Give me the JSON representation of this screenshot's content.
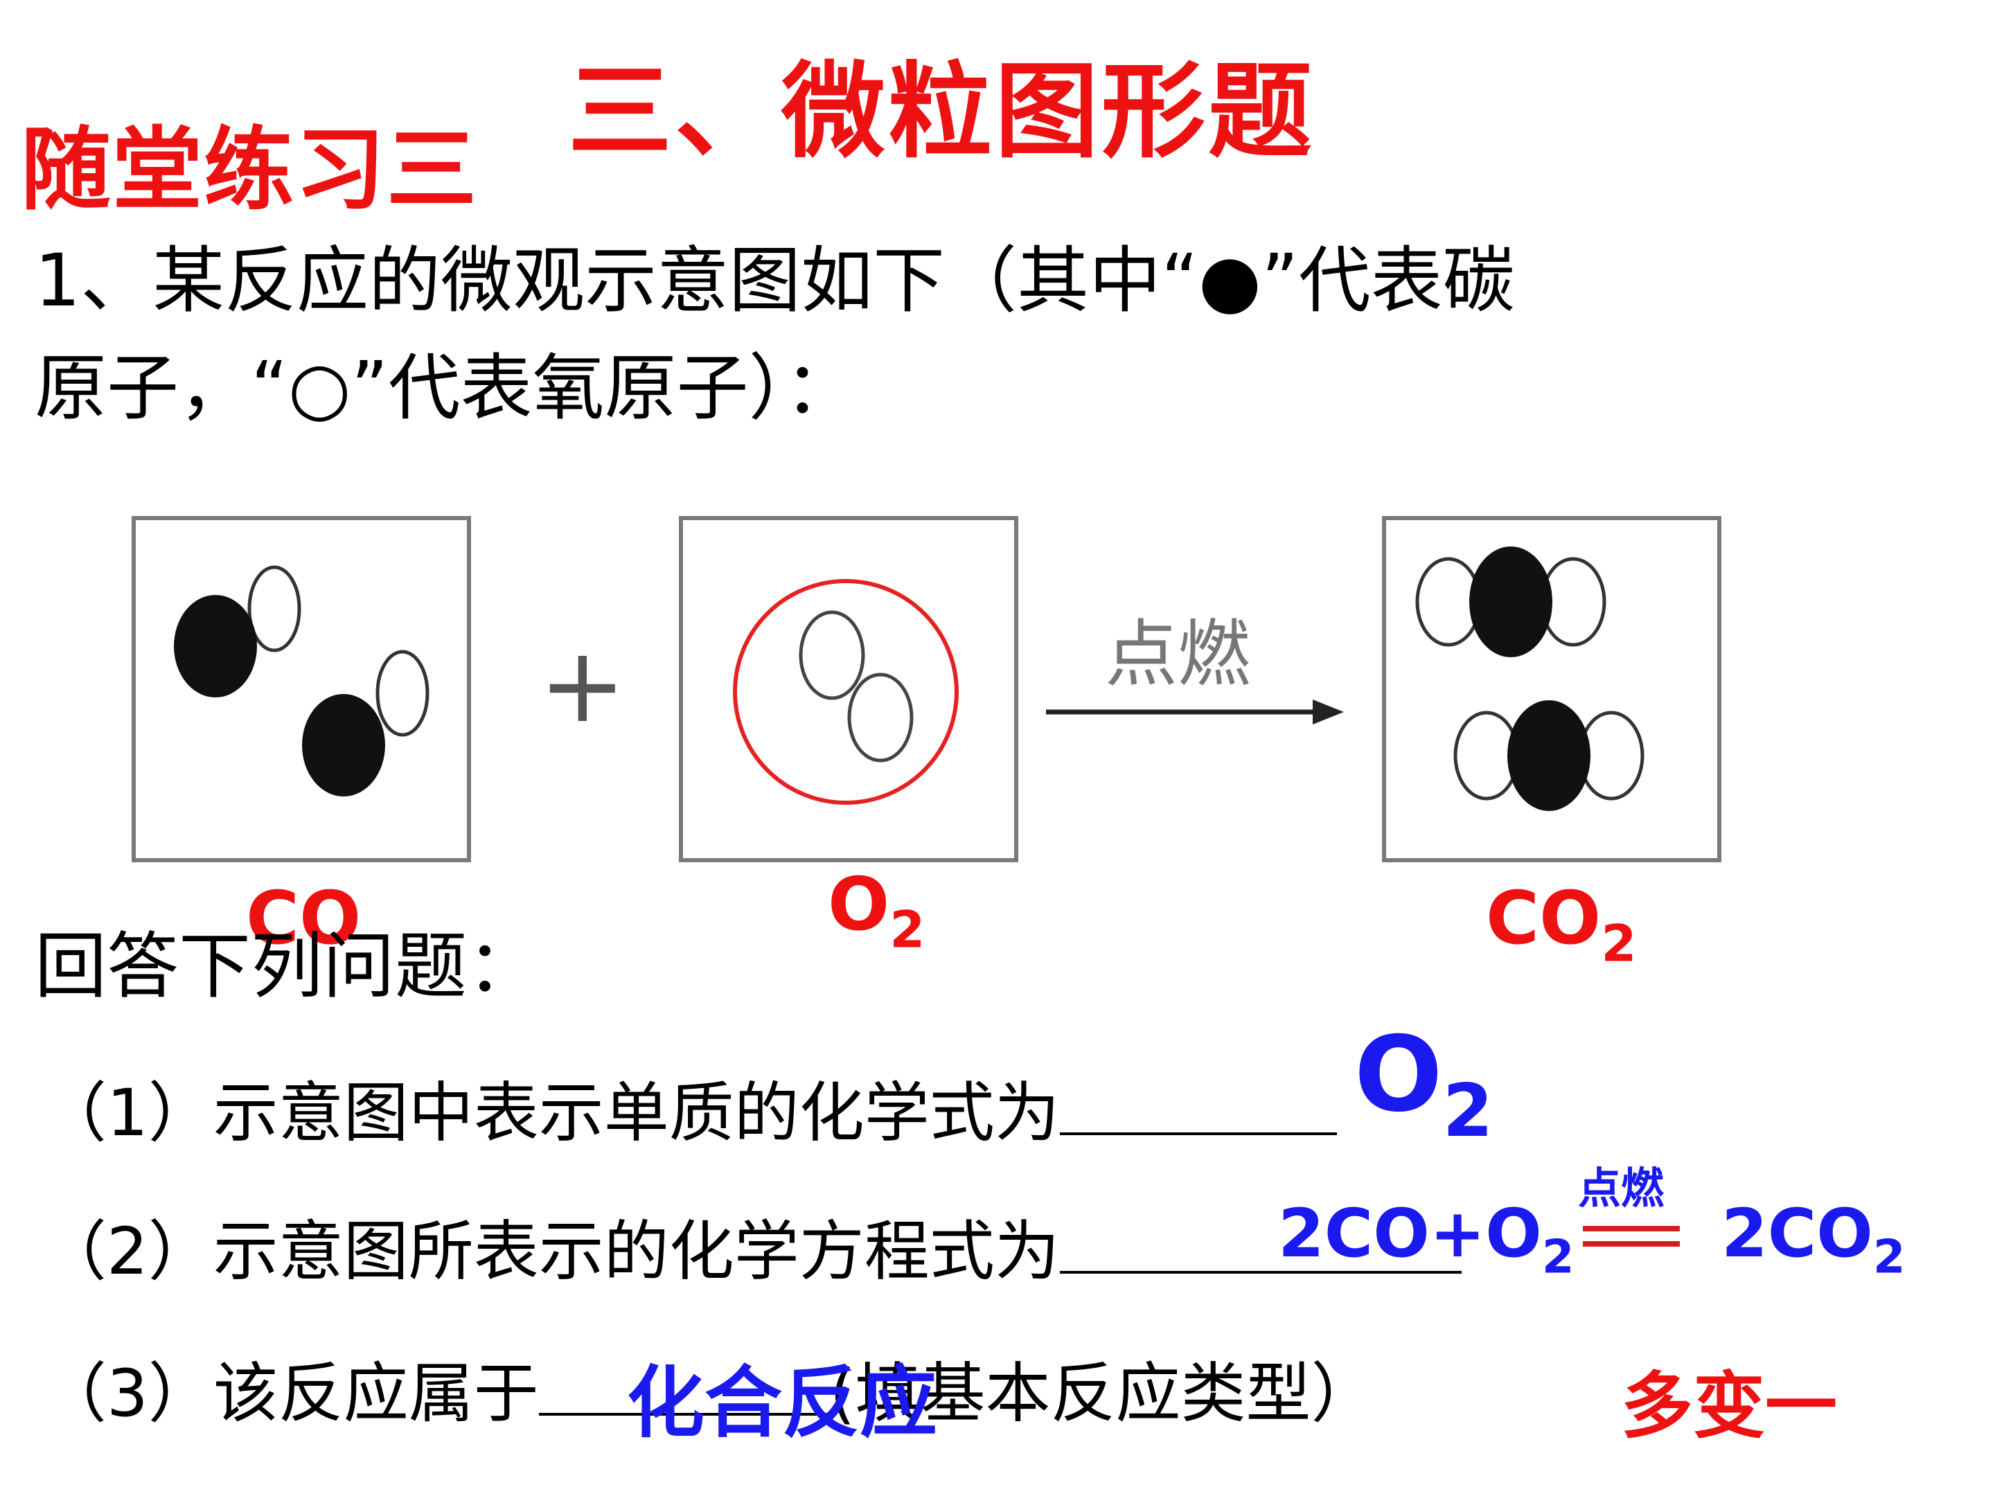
{
  "header": {
    "main_title": "三、微粒图形题",
    "section_title": "随堂练习三"
  },
  "question": {
    "line1": "1、某反应的微观示意图如下（其中“●”代表碳",
    "line2": "原子，“○”代表氧原子）："
  },
  "diagram": {
    "plus": "+",
    "condition": "点燃",
    "labels": {
      "reactant1": "CO",
      "reactant2_main": "O",
      "reactant2_sub": "2",
      "product_main": "CO",
      "product_sub": "2"
    }
  },
  "answers_intro": "回答下列问题：",
  "items": [
    {
      "prefix": "（1）示意图中表示单质的化学式为",
      "answer_main": "O",
      "answer_sub": "2"
    },
    {
      "prefix": "（2）示意图所表示的化学方程式为",
      "eq_left": "2CO+O",
      "eq_left_sub": "2",
      "eq_condition": "点燃",
      "eq_right": "2CO",
      "eq_right_sub": "2"
    },
    {
      "prefix": "（3）该反应属于",
      "answer": "化合反应",
      "suffix": "(填基本反应类型）",
      "note": "多变一"
    }
  ],
  "colors": {
    "accent_red": "#ee1111",
    "answer_blue": "#1a1aee",
    "frame_gray": "#7a7a7a"
  }
}
